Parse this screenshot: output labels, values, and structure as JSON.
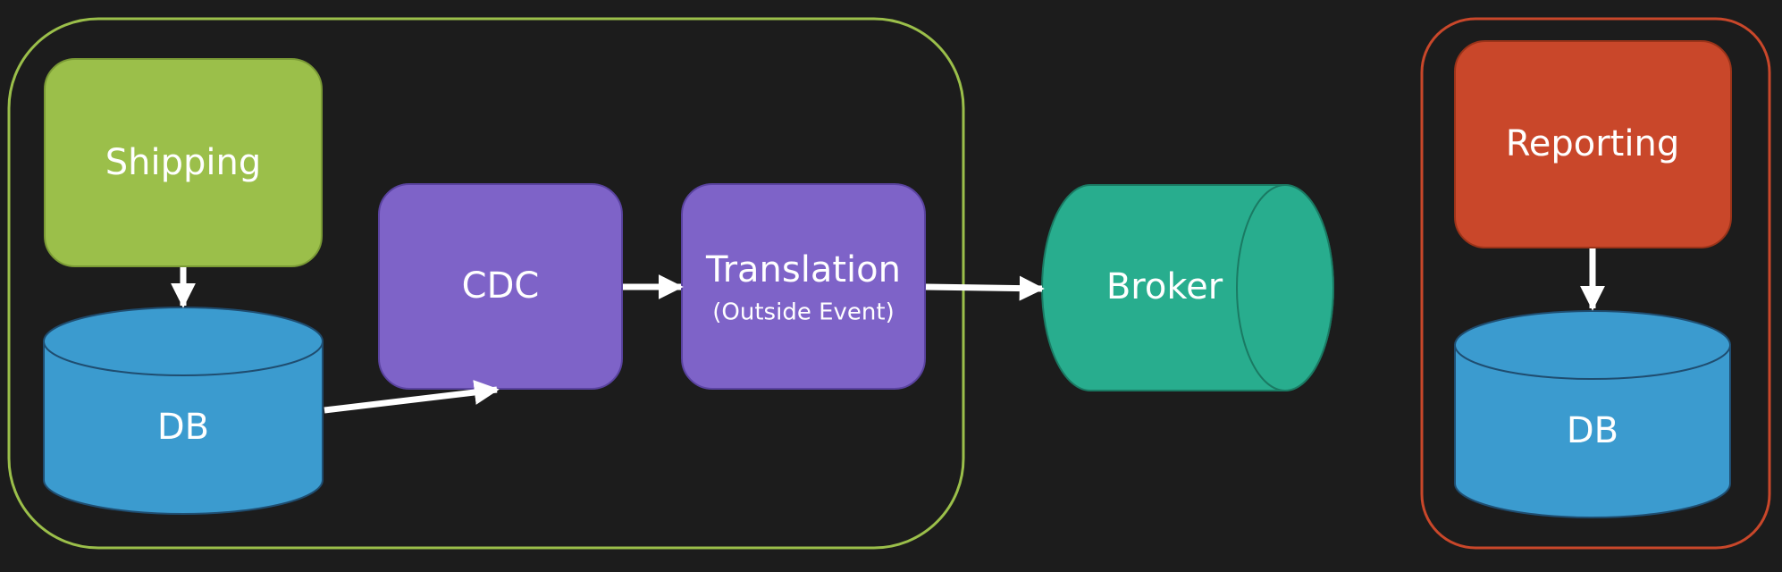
{
  "colors": {
    "background": "#1c1c1c",
    "shipping_group_border": "#9bbf4a",
    "reporting_group_border": "#c9472a",
    "shipping": "#9bbf4a",
    "reporting": "#c9472a",
    "db": "#3b9bcf",
    "cdc": "#7e63c8",
    "translation": "#7e63c8",
    "broker": "#28ad8e",
    "arrow": "#ffffff"
  },
  "nodes": {
    "shipping": {
      "label": "Shipping"
    },
    "shipping_db": {
      "label": "DB"
    },
    "cdc": {
      "label": "CDC"
    },
    "translation": {
      "label": "Translation",
      "sublabel": "(Outside Event)"
    },
    "broker": {
      "label": "Broker"
    },
    "reporting": {
      "label": "Reporting"
    },
    "reporting_db": {
      "label": "DB"
    }
  },
  "edges": [
    {
      "from": "shipping",
      "to": "shipping_db"
    },
    {
      "from": "shipping_db",
      "to": "cdc"
    },
    {
      "from": "cdc",
      "to": "translation"
    },
    {
      "from": "translation",
      "to": "broker"
    },
    {
      "from": "reporting",
      "to": "reporting_db"
    }
  ]
}
